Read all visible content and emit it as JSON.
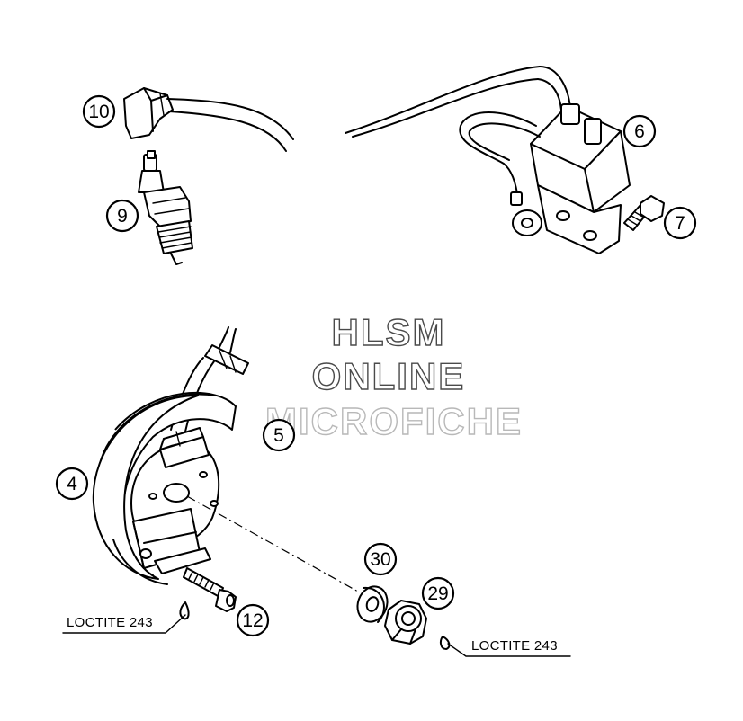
{
  "callouts": {
    "c10": "10",
    "c9": "9",
    "c6": "6",
    "c7": "7",
    "c5": "5",
    "c4": "4",
    "c30": "30",
    "c29": "29",
    "c12": "12"
  },
  "notes": {
    "loctite_left": "LOCTITE 243",
    "loctite_right": "LOCTITE 243"
  },
  "watermark": {
    "line1": "HLSM",
    "line2": "ONLINE",
    "line3": "MICROFICHE"
  }
}
